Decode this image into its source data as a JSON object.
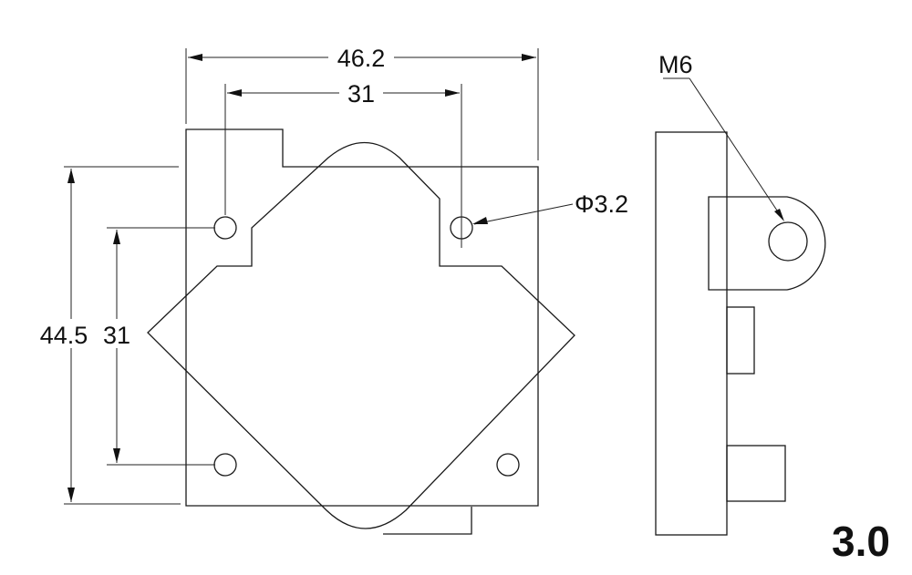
{
  "front_view": {
    "dim_width_overall": "46.2",
    "dim_width_holes": "31",
    "dim_height_overall": "44.5",
    "dim_height_holes": "31",
    "hole_callout": "Φ3.2"
  },
  "side_view": {
    "thread_callout": "M6"
  },
  "version_label": "3.0"
}
